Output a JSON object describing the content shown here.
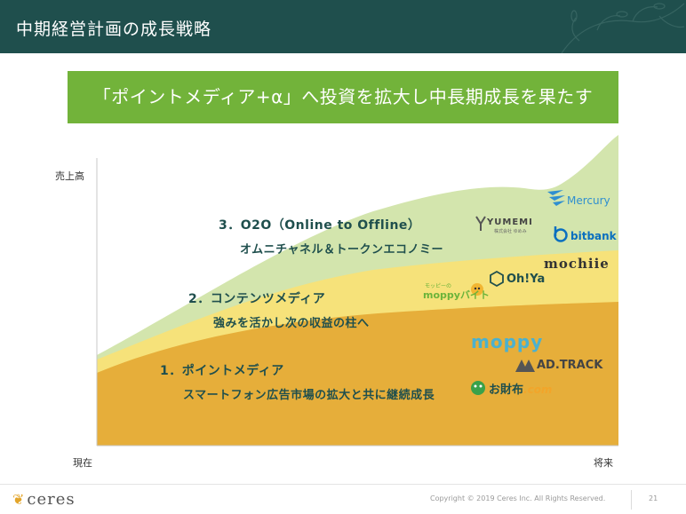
{
  "header": {
    "title": "中期経営計画の成長戦略"
  },
  "banner": {
    "text": "「ポイントメディア+α」へ投資を拡大し中長期成長を果たす"
  },
  "chart": {
    "y_axis_label": "売上高",
    "x_axis_start": "現在",
    "x_axis_end": "将来",
    "colors": {
      "layer1": "#e6ae3a",
      "layer2": "#f6e27a",
      "layer3": "#d3e5ad",
      "text": "#1f4f4d"
    },
    "tiers": [
      {
        "title": "1．ポイントメディア",
        "subtitle": "スマートフォン広告市場の拡大と共に継続成長"
      },
      {
        "title": "2．コンテンツメディア",
        "subtitle": "強みを活かし次の収益の柱へ"
      },
      {
        "title": "3．O2O（Online to Offline）",
        "subtitle": "オムニチャネル＆トークンエコノミー"
      }
    ]
  },
  "logos": {
    "mercury": "Mercury",
    "yumemi": "YUMEMI",
    "yumemi_sub": "株式会社 ゆめみ",
    "bitbank": "bitbank",
    "mochiie": "mochiie",
    "moppy_baito_small": "モッピーの",
    "moppy_baito": "moppyバイト",
    "ohya": "Oh!Ya",
    "moppy": "moppy",
    "adtrack": "AD.TRACK",
    "osaifu": "お財布",
    "osaifu_suffix": ".com"
  },
  "footer": {
    "brand": "ceres",
    "copyright": "Copyright © 2019 Ceres Inc. All Rights Reserved.",
    "page_number": "21"
  }
}
